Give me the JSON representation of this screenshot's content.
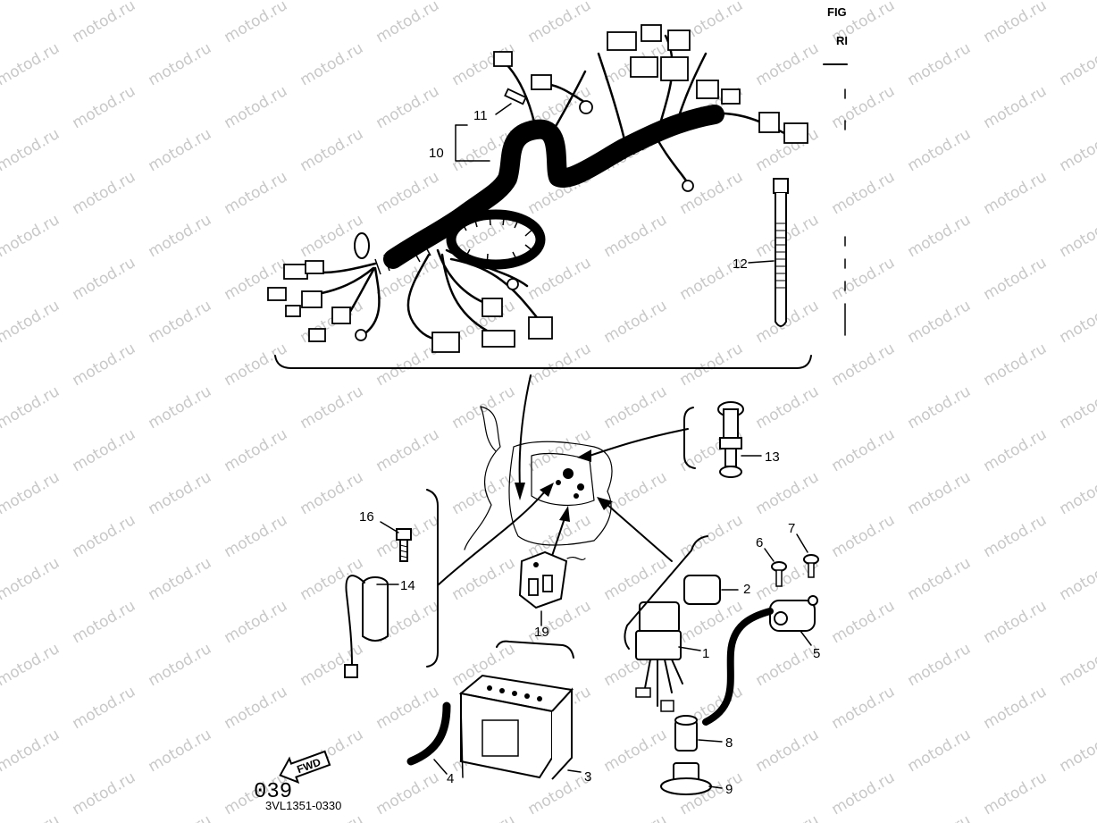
{
  "header": {
    "fig": "FIG",
    "ri": "RI"
  },
  "watermark": "motod.ru",
  "labels": {
    "p1": "1",
    "p2": "2",
    "p3": "3",
    "p4": "4",
    "p5": "5",
    "p6": "6",
    "p7": "7",
    "p8": "8",
    "p9": "9",
    "p10": "10",
    "p11": "11",
    "p12": "12",
    "p13": "13",
    "p14": "14",
    "p16": "16",
    "p19": "19"
  },
  "fwd": "FWD",
  "page_number": "039",
  "drawing_code": "3VL1351-0330"
}
